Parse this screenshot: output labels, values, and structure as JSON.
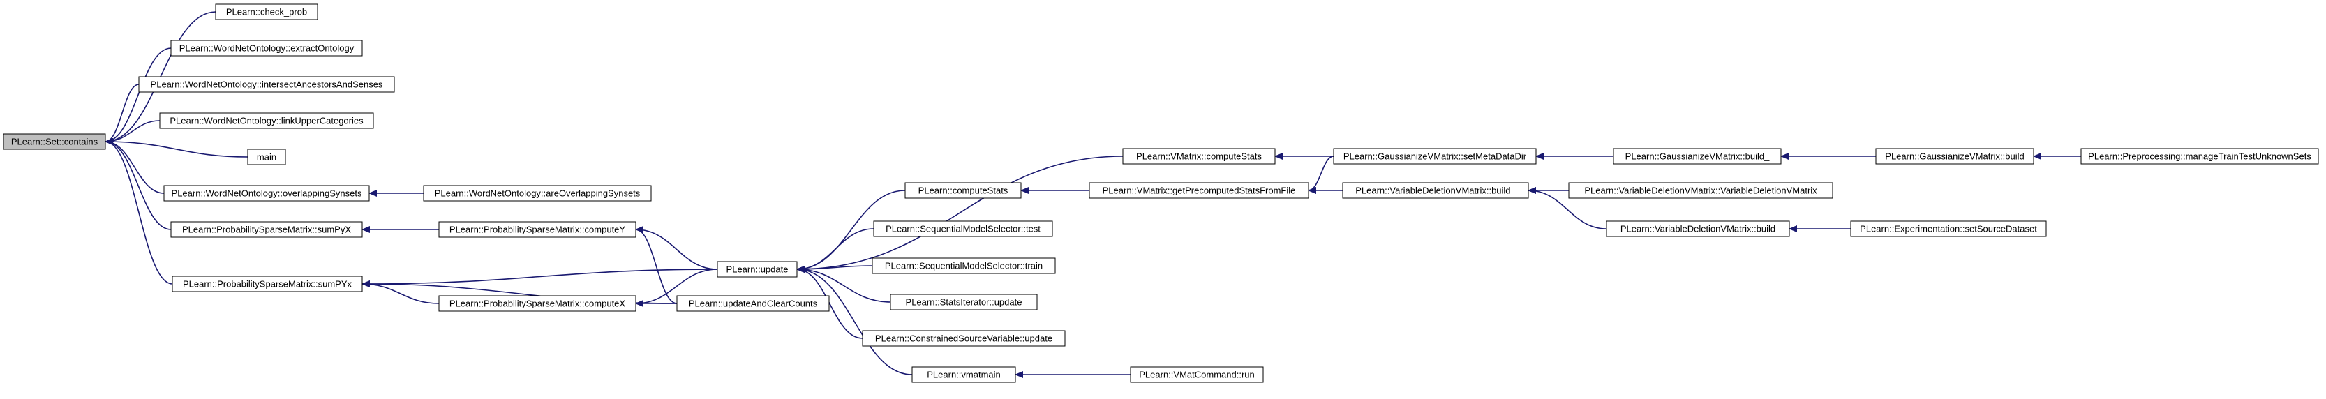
{
  "colors": {
    "edge": "#191970",
    "node_border": "#000000",
    "node_fill": "#ffffff",
    "root_fill": "#bfbfbf"
  },
  "nodes": [
    {
      "id": "n0",
      "label": "PLearn::Set::contains",
      "root": true
    },
    {
      "id": "n1",
      "label": "PLearn::check_prob"
    },
    {
      "id": "n2",
      "label": "PLearn::WordNetOntology::extractOntology"
    },
    {
      "id": "n3",
      "label": "PLearn::WordNetOntology::intersectAncestorsAndSenses"
    },
    {
      "id": "n4",
      "label": "PLearn::WordNetOntology::linkUpperCategories"
    },
    {
      "id": "n5",
      "label": "main"
    },
    {
      "id": "n6",
      "label": "PLearn::WordNetOntology::overlappingSynsets"
    },
    {
      "id": "n7",
      "label": "PLearn::WordNetOntology::areOverlappingSynsets"
    },
    {
      "id": "n8",
      "label": "PLearn::ProbabilitySparseMatrix::sumPyX"
    },
    {
      "id": "n9",
      "label": "PLearn::ProbabilitySparseMatrix::computeY"
    },
    {
      "id": "n10",
      "label": "PLearn::ProbabilitySparseMatrix::sumPYx"
    },
    {
      "id": "n11",
      "label": "PLearn::ProbabilitySparseMatrix::computeX"
    },
    {
      "id": "n12",
      "label": "PLearn::update"
    },
    {
      "id": "n13",
      "label": "PLearn::updateAndClearCounts"
    },
    {
      "id": "n14",
      "label": "PLearn::VMatrix::computeStats"
    },
    {
      "id": "n15",
      "label": "PLearn::computeStats"
    },
    {
      "id": "n16",
      "label": "PLearn::SequentialModelSelector::test"
    },
    {
      "id": "n17",
      "label": "PLearn::SequentialModelSelector::train"
    },
    {
      "id": "n18",
      "label": "PLearn::StatsIterator::update"
    },
    {
      "id": "n19",
      "label": "PLearn::ConstrainedSourceVariable::update"
    },
    {
      "id": "n20",
      "label": "PLearn::vmatmain"
    },
    {
      "id": "n21",
      "label": "PLearn::VMatCommand::run"
    },
    {
      "id": "n22",
      "label": "PLearn::GaussianizeVMatrix::setMetaDataDir"
    },
    {
      "id": "n23",
      "label": "PLearn::VMatrix::getPrecomputedStatsFromFile"
    },
    {
      "id": "n24",
      "label": "PLearn::GaussianizeVMatrix::build_"
    },
    {
      "id": "n25",
      "label": "PLearn::GaussianizeVMatrix::build"
    },
    {
      "id": "n26",
      "label": "PLearn::Preprocessing::manageTrainTestUnknownSets"
    },
    {
      "id": "n27",
      "label": "PLearn::VariableDeletionVMatrix::build_"
    },
    {
      "id": "n28",
      "label": "PLearn::VariableDeletionVMatrix::VariableDeletionVMatrix"
    },
    {
      "id": "n29",
      "label": "PLearn::VariableDeletionVMatrix::build"
    },
    {
      "id": "n30",
      "label": "PLearn::Experimentation::setSourceDataset"
    }
  ],
  "edges": [
    [
      "n1",
      "n0"
    ],
    [
      "n2",
      "n0"
    ],
    [
      "n3",
      "n0"
    ],
    [
      "n4",
      "n0"
    ],
    [
      "n5",
      "n0"
    ],
    [
      "n6",
      "n0"
    ],
    [
      "n8",
      "n0"
    ],
    [
      "n10",
      "n0"
    ],
    [
      "n7",
      "n6"
    ],
    [
      "n9",
      "n8"
    ],
    [
      "n11",
      "n10"
    ],
    [
      "n12",
      "n10"
    ],
    [
      "n13",
      "n10"
    ],
    [
      "n12",
      "n9"
    ],
    [
      "n13",
      "n9"
    ],
    [
      "n13",
      "n11"
    ],
    [
      "n12",
      "n11"
    ],
    [
      "n14",
      "n12"
    ],
    [
      "n15",
      "n12"
    ],
    [
      "n16",
      "n12"
    ],
    [
      "n17",
      "n12"
    ],
    [
      "n18",
      "n12"
    ],
    [
      "n19",
      "n12"
    ],
    [
      "n20",
      "n12"
    ],
    [
      "n22",
      "n14"
    ],
    [
      "n23",
      "n15"
    ],
    [
      "n21",
      "n20"
    ],
    [
      "n22",
      "n23"
    ],
    [
      "n27",
      "n23"
    ],
    [
      "n24",
      "n22"
    ],
    [
      "n25",
      "n24"
    ],
    [
      "n26",
      "n25"
    ],
    [
      "n28",
      "n27"
    ],
    [
      "n29",
      "n27"
    ],
    [
      "n30",
      "n29"
    ]
  ]
}
